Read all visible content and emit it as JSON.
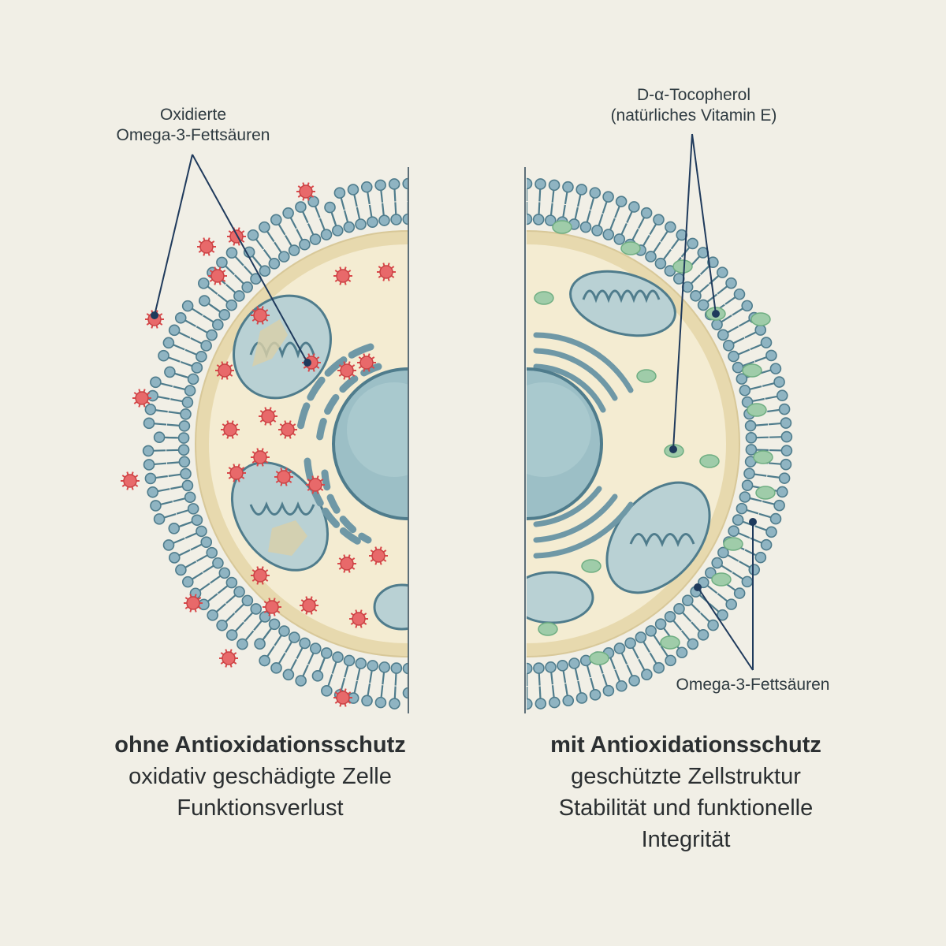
{
  "labels": {
    "left_callout": [
      "Oxidierte",
      "Omega-3-Fettsäuren"
    ],
    "right_top_callout": [
      "D-α-Tocopherol",
      "(natürliches Vitamin E)"
    ],
    "right_bottom_callout": "Omega-3-Fettsäuren"
  },
  "captions": {
    "left": {
      "title": "ohne Antioxidationsschutz",
      "lines": [
        "oxidativ geschädigte Zelle",
        "Funktionsverlust"
      ]
    },
    "right": {
      "title": "mit Antioxidationsschutz",
      "lines": [
        "geschützte Zellstruktur",
        "Stabilität und funktionelle",
        "Integrität"
      ]
    }
  },
  "colors": {
    "background": "#f1efe6",
    "membrane_head": "#8fb4c2",
    "membrane_outline": "#4f7c8c",
    "cytoplasm": "#f4ecd2",
    "nucleus": "#9cbfc6",
    "radical": "#e8696a",
    "vitamin_e": "#9fcca9",
    "callout_line": "#1f3a5c"
  },
  "icons": {
    "free_radical": "spiky-circle-icon",
    "vitamin_e_molecule": "green-ellipse-icon"
  }
}
